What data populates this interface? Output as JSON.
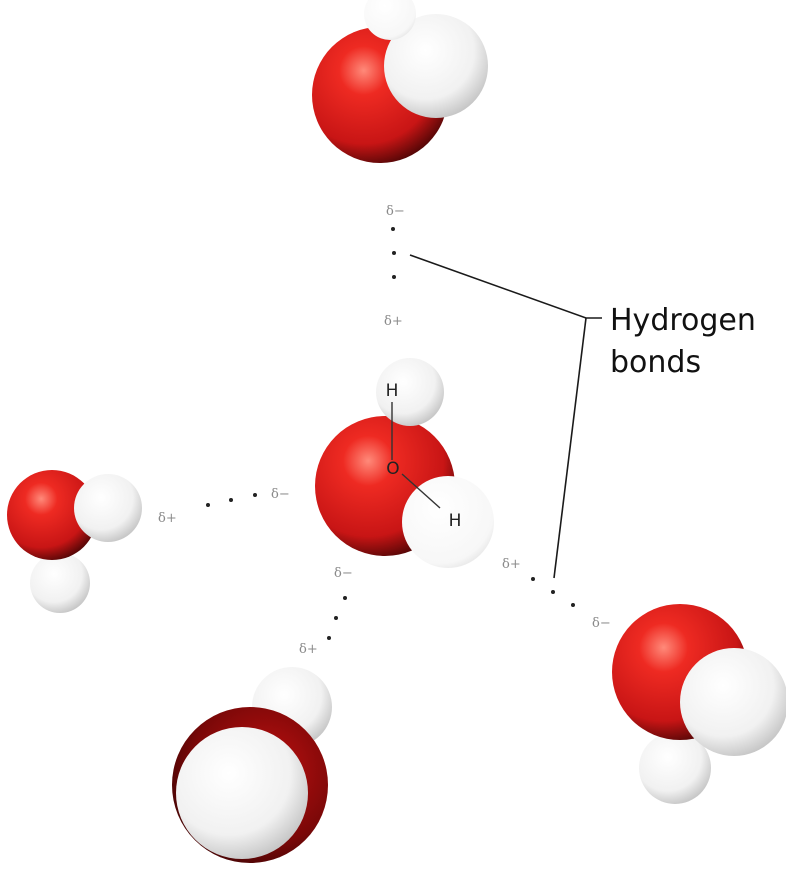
{
  "callout": {
    "line1": "Hydrogen",
    "line2": "bonds"
  },
  "charges": {
    "top_minus": "δ−",
    "top_plus": "δ+",
    "left_plus": "δ+",
    "left_minus": "δ−",
    "lower_minus": "δ−",
    "lower_plus": "δ+",
    "right_plus": "δ+",
    "right_minus": "δ−"
  },
  "atoms": {
    "central_h_top": "H",
    "central_o": "O",
    "central_h_right": "H"
  },
  "colors": {
    "oxygen": "#d81e1e",
    "oxygen_dark": "#5a0808",
    "hydrogen": "#f4f4f4"
  }
}
